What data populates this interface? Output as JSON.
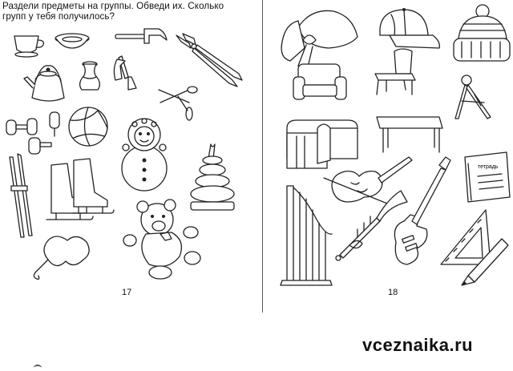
{
  "instruction": {
    "line1": "Раздели предметы на группы. Обведи их. Сколько",
    "line2": "групп у тебя получилось?"
  },
  "pages": {
    "left_number": "17",
    "right_number": "18"
  },
  "notebook_label": "тетрадь",
  "watermark": "vceznaika.ru",
  "icons": {
    "left_page": [
      "cup-icon",
      "plate-icon",
      "hammer-icon",
      "pliers-icon",
      "kettle-icon",
      "vase-icon",
      "axe-icon",
      "scissors-icon",
      "dumbbell-icon",
      "volleyball-icon",
      "roly-poly-doll-icon",
      "stacking-pyramid-icon",
      "skis-icon",
      "ice-skates-icon",
      "teddy-bear-icon",
      "balloon-icon"
    ],
    "right_page": [
      "hat-icon",
      "cap-icon",
      "knit-hat-icon",
      "armchair-icon",
      "chair-icon",
      "compass-icon",
      "bed-icon",
      "table-icon",
      "violin-icon",
      "notebook-icon",
      "harp-icon",
      "trumpet-icon",
      "guitar-icon",
      "triangle-ruler-icon",
      "pencil-icon"
    ]
  }
}
